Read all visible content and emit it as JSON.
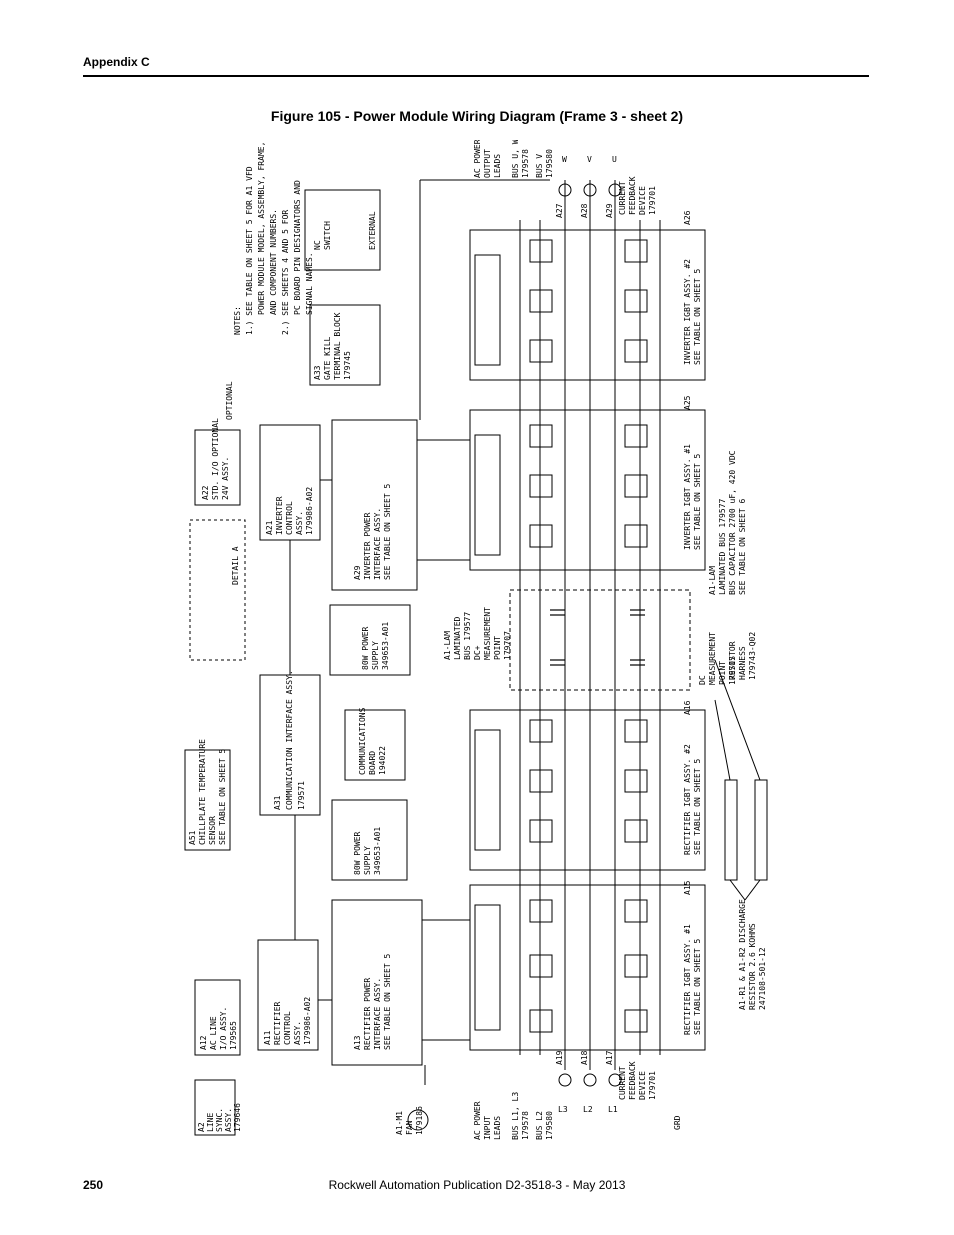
{
  "header": {
    "section": "Appendix C"
  },
  "figure": {
    "caption": "Figure 105 - Power Module Wiring Diagram (Frame 3 - sheet 2)"
  },
  "diagram": {
    "notes": [
      "NOTES:",
      "1.)  SEE TABLE ON SHEET 5 FOR  A1  VFD",
      "POWER MODULE MODEL, ASSEMBLY, FRAME,",
      "AND COMPONENT NUMBERS.",
      "2.)  SEE SHEETS 4 AND 5 FOR",
      "PC BOARD PIN DESIGNATORS AND",
      "SIGNAL NAMES."
    ],
    "nc_switch": [
      "NC",
      "SWITCH",
      "EXTERNAL"
    ],
    "gate_kill": [
      "A33",
      "GATE KILL",
      "TERMINAL BLOCK",
      "179745"
    ],
    "optional_24v": [
      "A22",
      "STD. I/O OPTIONAL",
      "24V ASSY."
    ],
    "optional_label": "OPTIONAL",
    "inverter_control": [
      "A21",
      "INVERTER",
      "CONTROL",
      "ASSY.",
      "179986-A02"
    ],
    "inverter_power": [
      "A29",
      "INVERTER POWER",
      "INTERFACE ASSY.",
      "SEE TABLE ON SHEET 5"
    ],
    "ps_inv": [
      "80W POWER",
      "SUPPLY",
      "349653-A01"
    ],
    "comm_interface": [
      "A31",
      "COMMUNICATION INTERFACE ASSY.",
      "179571"
    ],
    "comm_board": [
      "COMMUNICATIONS",
      "BOARD",
      "194022"
    ],
    "ps_rect": [
      "80W POWER",
      "SUPPLY",
      "349653-A01"
    ],
    "rectifier_power": [
      "A13",
      "RECTIFIER POWER",
      "INTERFACE ASSY.",
      "SEE TABLE ON SHEET 5"
    ],
    "rectifier_control": [
      "A11",
      "RECTIFIER",
      "CONTROL",
      "ASSY.",
      "179986-A02"
    ],
    "chillplate": [
      "A51",
      "CHILLPLATE TEMPERATURE",
      "SENSOR",
      "SEE TABLE ON SHEET 5"
    ],
    "ac_line_io": [
      "A12",
      "AC LINE",
      "I/O ASSY.",
      "179565"
    ],
    "line_sync": [
      "A2",
      "LINE",
      "SYNC.",
      "ASSY.",
      "179646"
    ],
    "fan": [
      "A1-M1",
      "FAN",
      "179186"
    ],
    "detail_a": "DETAIL A",
    "inv_igbt": [
      "INVERTER IGBT ASSY. #2",
      "SEE TABLE ON SHEET 5",
      "A26"
    ],
    "inv_igbt1": [
      "INVERTER IGBT ASSY. #1",
      "SEE TABLE ON SHEET 5",
      "A25"
    ],
    "laminated_bus": [
      "A1-LAM",
      "LAMINATED BUS 179577",
      "BUS CAPACITOR 2700 uF, 420 VDC",
      "SEE TABLE ON SHEET 6"
    ],
    "rect_igbt2": [
      "RECTIFIER IGBT ASSY. #2",
      "SEE TABLE ON SHEET 5",
      "A16"
    ],
    "rect_igbt1": [
      "RECTIFIER IGBT ASSY. #1",
      "SEE TABLE ON SHEET 5",
      "A15"
    ],
    "discharge": [
      "A1-R1 & A1-R2 DISCHARGE",
      "RESISTOR 2.6 KOHMS",
      "247108-501-12"
    ],
    "resistor_harness": [
      "RESISTOR",
      "HARNESS",
      "179743-Q02"
    ],
    "dc_measure": [
      "DC",
      "MEASUREMENT",
      "POINT",
      "179707"
    ],
    "dc_plus": [
      "A1-LAM",
      "LAMINATED",
      "BUS 179577",
      "DC+",
      "MEASUREMENT",
      "POINT",
      "179707"
    ],
    "ac_output": [
      "AC POWER",
      "OUTPUT",
      "LEADS",
      "BUS U, W",
      "179578",
      "BUS V",
      "179580"
    ],
    "ac_input": [
      "AC POWER",
      "INPUT",
      "LEADS",
      "BUS L1, L3",
      "179578",
      "BUS L2",
      "179580"
    ],
    "current_fb_out": [
      "A27",
      "A28",
      "A29",
      "CURRENT",
      "FEEDBACK",
      "DEVICE",
      "179701"
    ],
    "current_fb_in": [
      "A19",
      "A18",
      "A17",
      "CURRENT",
      "FEEDBACK",
      "DEVICE",
      "179701"
    ],
    "terminals_out": [
      "W",
      "V",
      "U"
    ],
    "terminals_in": [
      "L3",
      "L2",
      "L1"
    ],
    "ground": "GRD"
  },
  "footer": {
    "page_number": "250",
    "publication": "Rockwell Automation Publication D2-3518-3 - May 2013"
  }
}
